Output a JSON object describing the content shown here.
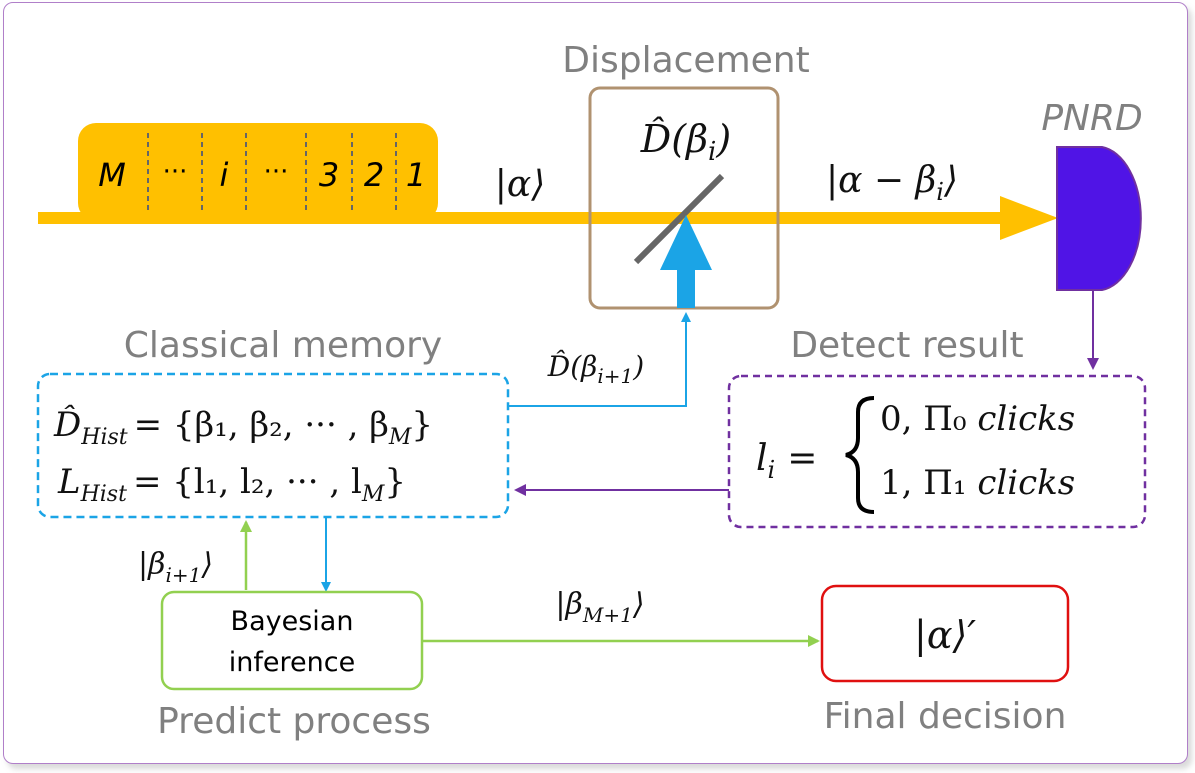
{
  "labels": {
    "displacement": "Displacement",
    "pnrd": "PNRD",
    "classical_memory": "Classical memory",
    "detect_result": "Detect result",
    "predict_process": "Predict process",
    "final_decision": "Final decision"
  },
  "pulse_train": {
    "slots": [
      "M",
      "···",
      "i",
      "···",
      "3",
      "2",
      "1"
    ]
  },
  "states": {
    "input": "|α⟩",
    "displaced": "|α − β",
    "displaced_sub": "i",
    "displaced_close": "⟩",
    "beta_next": "|β",
    "beta_next_sub": "i+1",
    "beta_next_close": "⟩",
    "beta_final": "|β",
    "beta_final_sub": "M+1",
    "beta_final_close": "⟩",
    "decision": "|α⟩′"
  },
  "operators": {
    "displacement_op": "D̂(β",
    "displacement_op_sub": "i",
    "displacement_op_close": ")",
    "displacement_next": "D̂(β",
    "displacement_next_sub": "i+1",
    "displacement_next_close": ")"
  },
  "memory": {
    "d_hist": "D̂",
    "d_hist_sub": "Hist",
    "d_hist_rhs": "= {β₁, β₂, ··· , β",
    "d_hist_rhs_sub": "M",
    "d_hist_rhs_close": "}",
    "l_hist": "L",
    "l_hist_sub": "Hist",
    "l_hist_rhs": "= {l₁, l₂, ··· , l",
    "l_hist_rhs_sub": "M",
    "l_hist_rhs_close": "}"
  },
  "detect": {
    "lhs": "l",
    "lhs_sub": "i",
    "eq": "=",
    "case0": "0,  Π₀ ",
    "case0_word": "clicks",
    "case1": "1,  Π₁ ",
    "case1_word": "clicks"
  },
  "bayes": {
    "line1": "Bayesian",
    "line2": "inference"
  },
  "colors": {
    "beam": "#ffc000",
    "detector": "#5014e6",
    "blue": "#1ba4e6",
    "purple": "#7030a0",
    "green": "#92d050",
    "red": "#e01010",
    "box_brown": "#b09270",
    "label_gray": "#808080"
  }
}
